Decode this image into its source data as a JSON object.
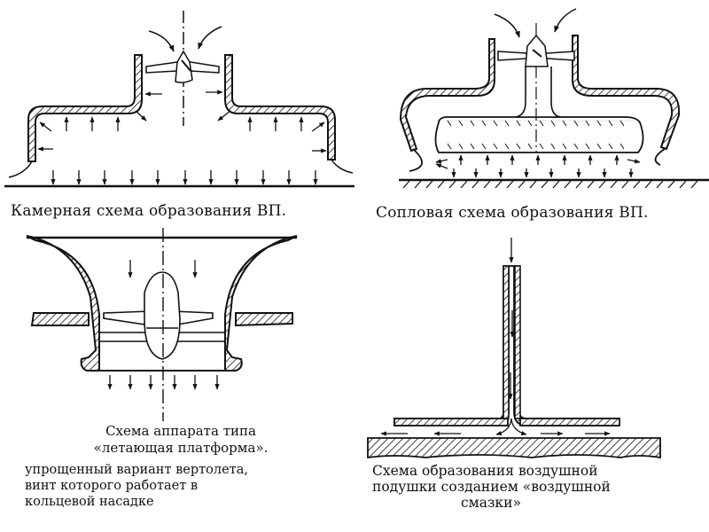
{
  "figures": [
    {
      "id": "chamber-scheme",
      "caption": "Камерная схема образования ВП."
    },
    {
      "id": "nozzle-scheme",
      "caption": "Сопловая схема образования ВП."
    },
    {
      "id": "flying-platform",
      "caption_lines": [
        "Схема аппарата типа",
        "«летающая платформа»."
      ],
      "note_lines": [
        "упрощенный вариант вертолета,",
        "винт которого работает в",
        "кольцевой насадке"
      ]
    },
    {
      "id": "air-lubrication",
      "caption_lines": [
        "Схема образования воздушной",
        "подушки созданием «воздушной",
        "смазки»"
      ]
    }
  ]
}
